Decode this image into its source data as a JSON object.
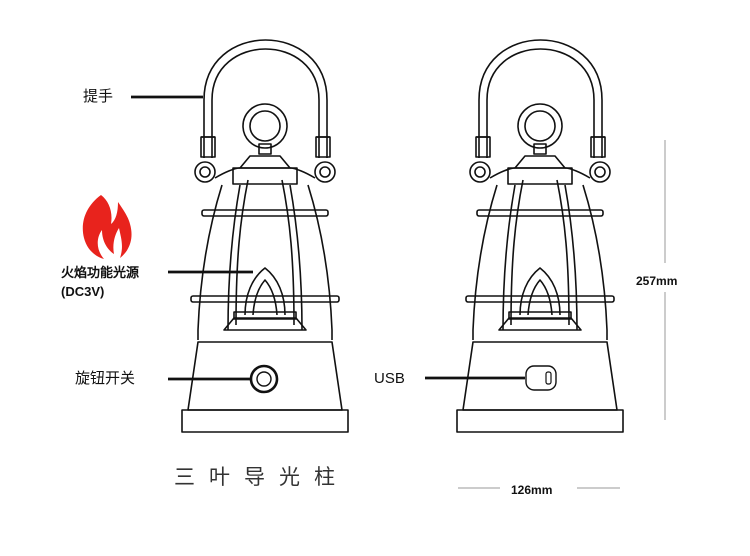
{
  "labels": {
    "handle": "提手",
    "flame_source": "火焰功能光源",
    "flame_voltage": "(DC3V)",
    "knob_switch": "旋钮开关",
    "usb": "USB"
  },
  "caption": "三叶导光柱",
  "dimensions": {
    "height": "257mm",
    "width": "126mm"
  },
  "colors": {
    "line": "#111111",
    "dim_line": "#9a9a9a",
    "flame_red": "#e8231d"
  }
}
